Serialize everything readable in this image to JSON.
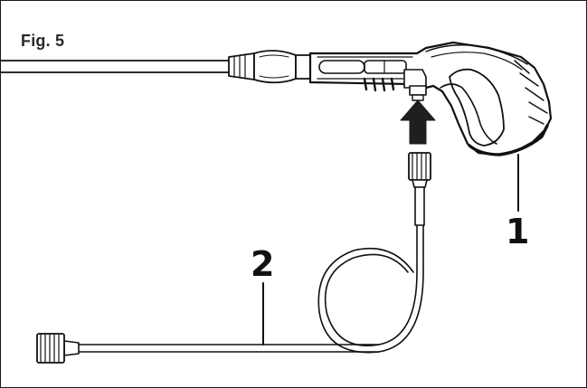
{
  "figure": {
    "label": "Fig. 5",
    "callouts": [
      {
        "number": "1",
        "part": "trigger-gun"
      },
      {
        "number": "2",
        "part": "high-pressure-hose"
      }
    ],
    "arrow_direction": "up",
    "colors": {
      "line": "#111111",
      "fill_dark": "#1f1f1f",
      "fill_light": "#ffffff",
      "border": "#1a1a1a"
    }
  }
}
